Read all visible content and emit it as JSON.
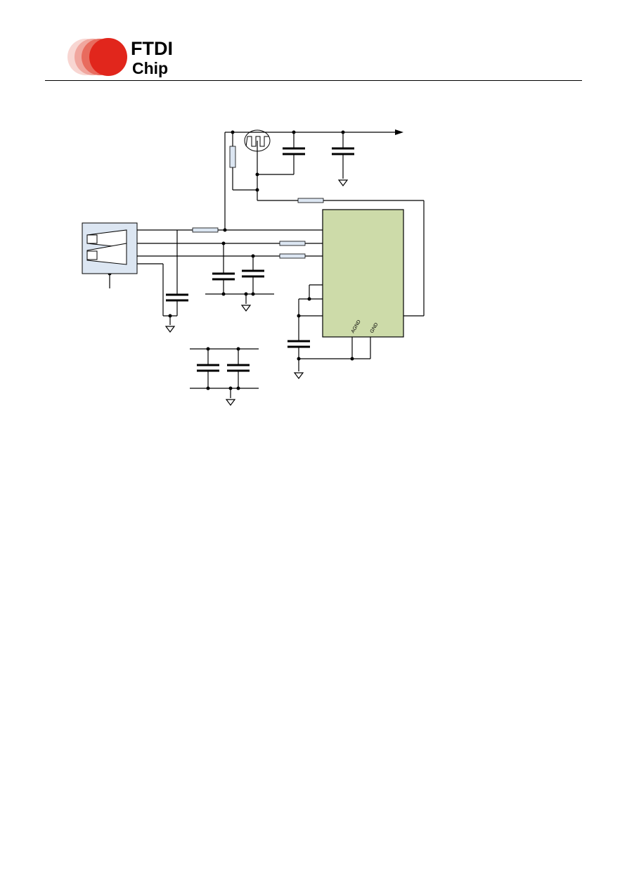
{
  "header": {
    "logo": {
      "line1": "FTDI",
      "line2": "Chip",
      "accent": "#e1261c"
    }
  },
  "diagram": {
    "colors": {
      "wire": "#000000",
      "ic_fill": "#cddba9",
      "connector_fill": "#dce6f2",
      "resistor_fill": "#dce6f2"
    },
    "ic": {
      "pins": {
        "agnd": "AGND",
        "gnd": "GND"
      }
    }
  }
}
